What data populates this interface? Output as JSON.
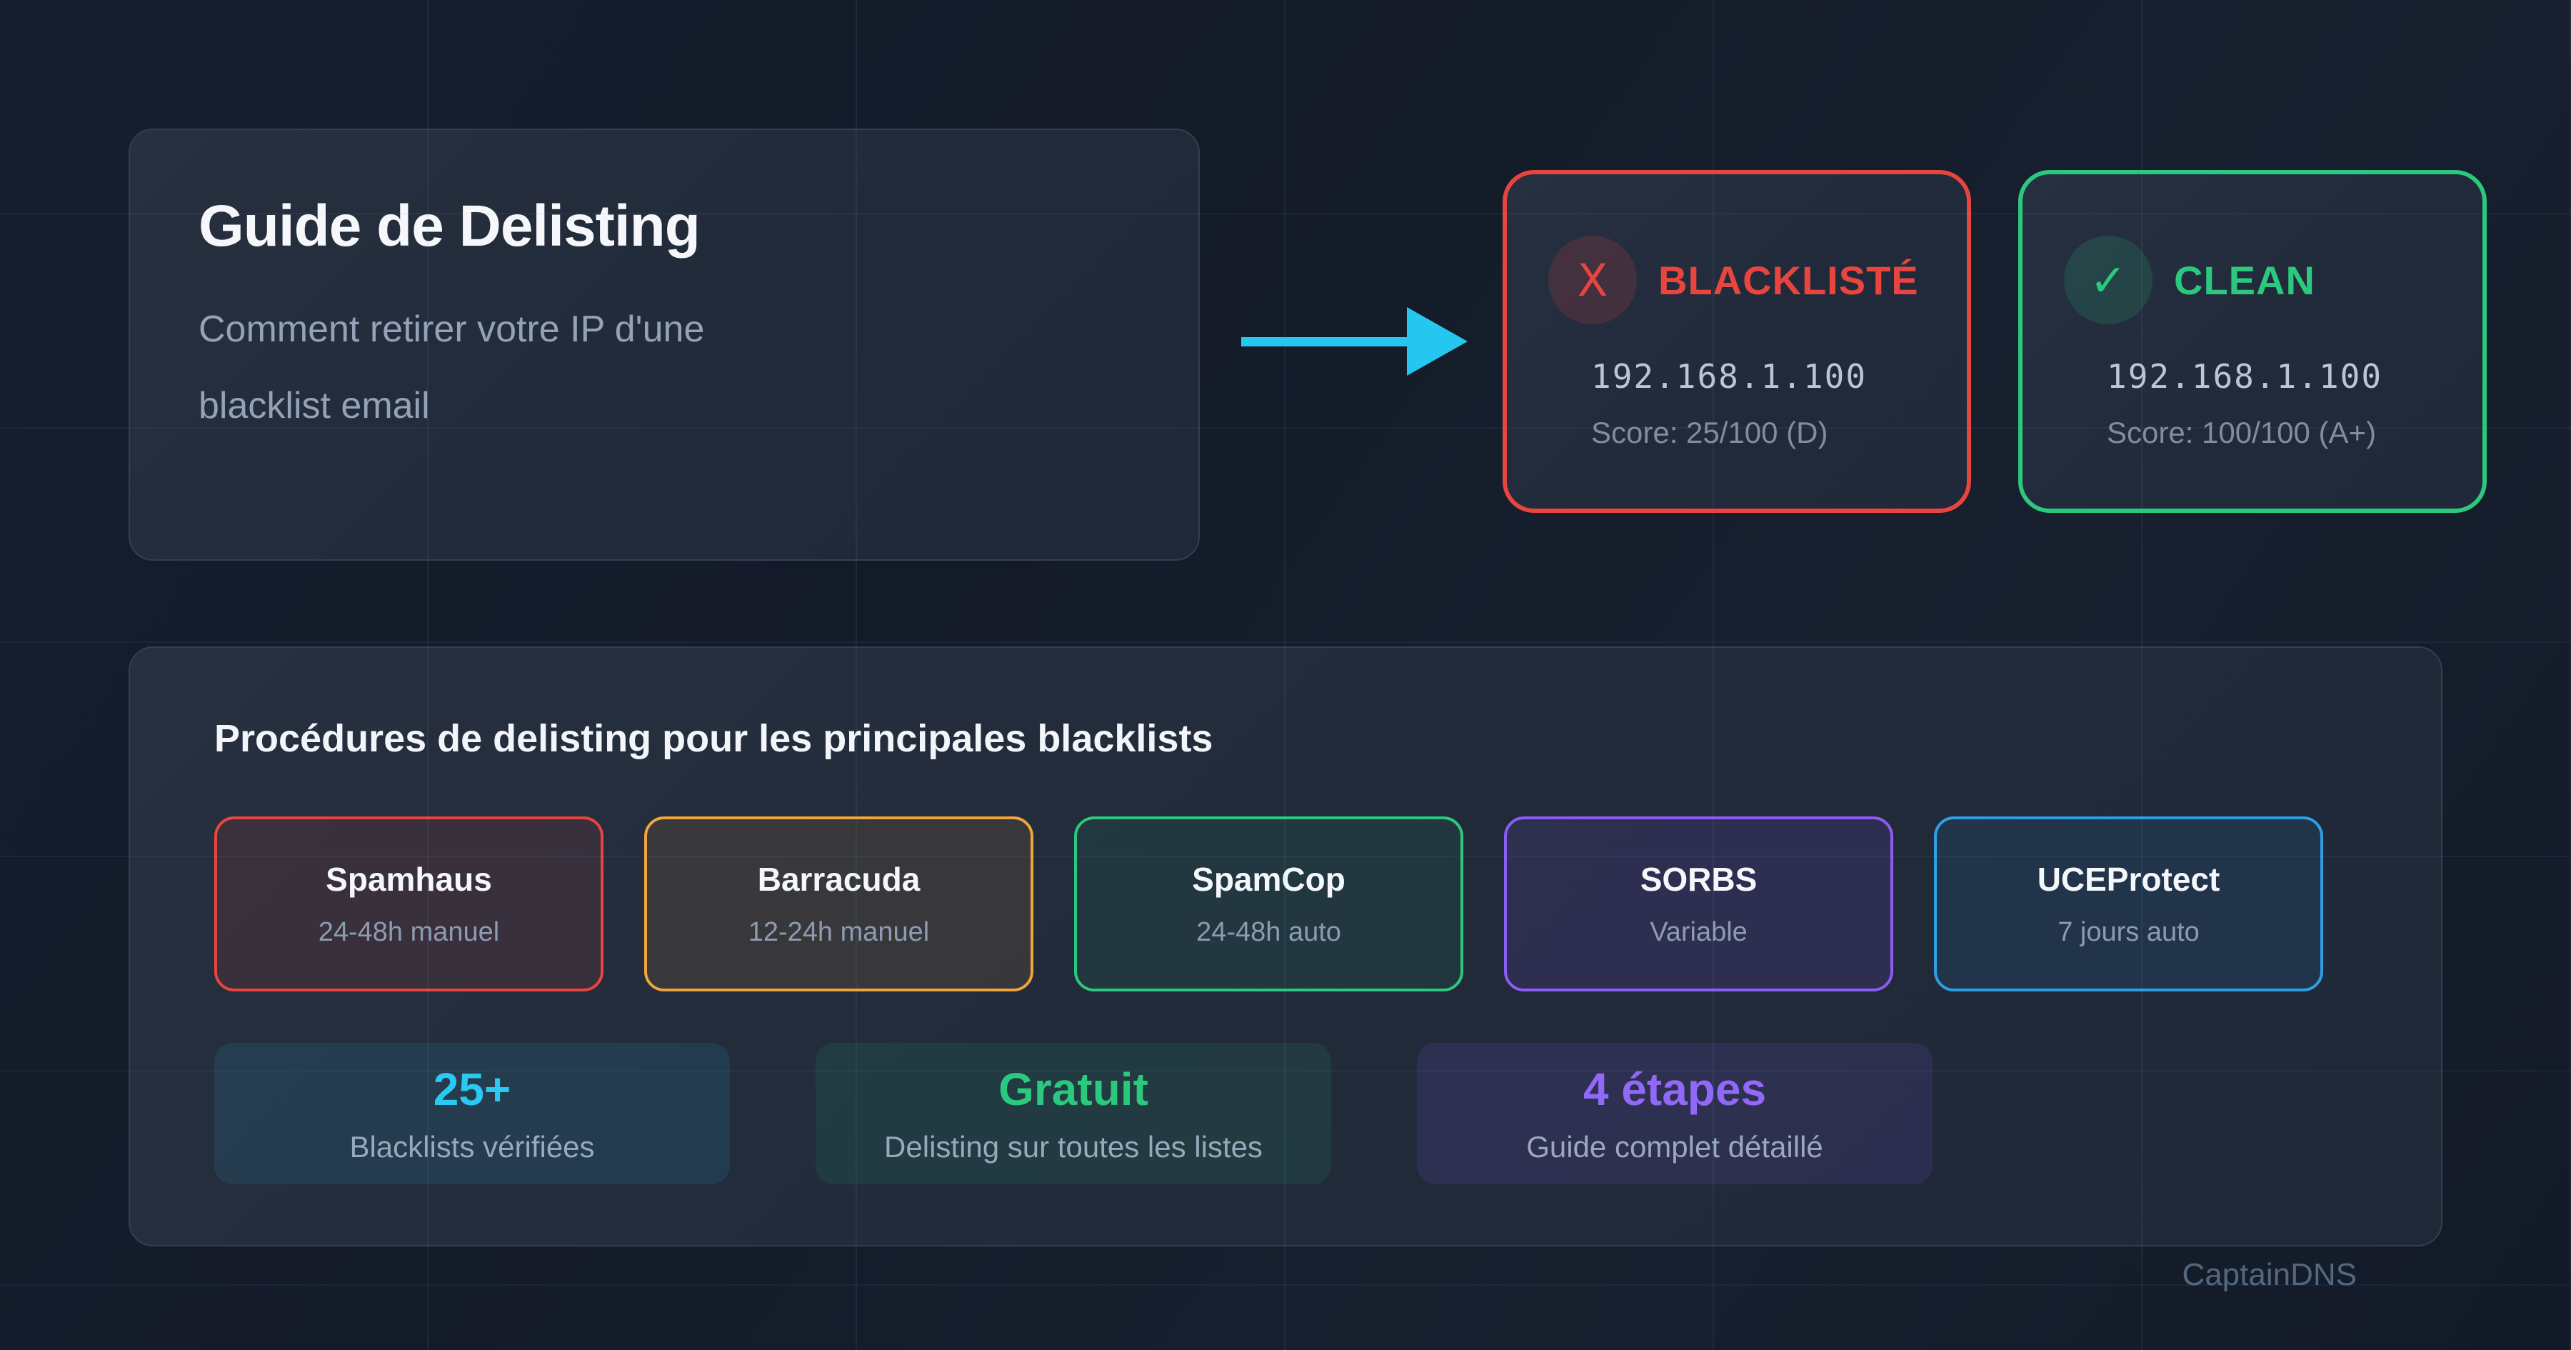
{
  "hero": {
    "title": "Guide de Delisting",
    "subtitle": "Comment retirer votre IP d'une blacklist email"
  },
  "arrow": {
    "color": "#25c7f0"
  },
  "status_cards": [
    {
      "label": "BLACKLISTÉ",
      "icon_glyph": "X",
      "ip": "192.168.1.100",
      "score": "Score: 25/100 (D)",
      "accent": "#e8453f",
      "icon_bg": "rgba(232,69,63,0.16)"
    },
    {
      "label": "CLEAN",
      "icon_glyph": "✓",
      "ip": "192.168.1.100",
      "score": "Score: 100/100 (A+)",
      "accent": "#2bc97d",
      "icon_bg": "rgba(43,201,125,0.15)"
    }
  ],
  "procedures": {
    "heading": "Procédures de delisting pour les principales blacklists",
    "blacklists": [
      {
        "name": "Spamhaus",
        "delay": "24-48h manuel",
        "accent": "#e8453f",
        "tint": "rgba(232,69,63,0.10)"
      },
      {
        "name": "Barracuda",
        "delay": "12-24h manuel",
        "accent": "#f1a33c",
        "tint": "rgba(241,163,60,0.10)"
      },
      {
        "name": "SpamCop",
        "delay": "24-48h auto",
        "accent": "#2bc97d",
        "tint": "rgba(43,201,125,0.08)"
      },
      {
        "name": "SORBS",
        "delay": "Variable",
        "accent": "#8b5cf6",
        "tint": "rgba(139,92,246,0.12)"
      },
      {
        "name": "UCEProtect",
        "delay": "7 jours auto",
        "accent": "#2e9fe6",
        "tint": "rgba(46,159,230,0.10)"
      }
    ],
    "stats": [
      {
        "value": "25+",
        "label": "Blacklists vérifiées",
        "accent": "#29c9f2",
        "tint": "rgba(41,201,242,0.10)"
      },
      {
        "value": "Gratuit",
        "label": "Delisting sur toutes les listes",
        "accent": "#2bc97d",
        "tint": "rgba(43,201,125,0.10)"
      },
      {
        "value": "4 étapes",
        "label": "Guide complet détaillé",
        "accent": "#9168f8",
        "tint": "rgba(139,92,246,0.13)"
      }
    ]
  },
  "watermark": "CaptainDNS"
}
